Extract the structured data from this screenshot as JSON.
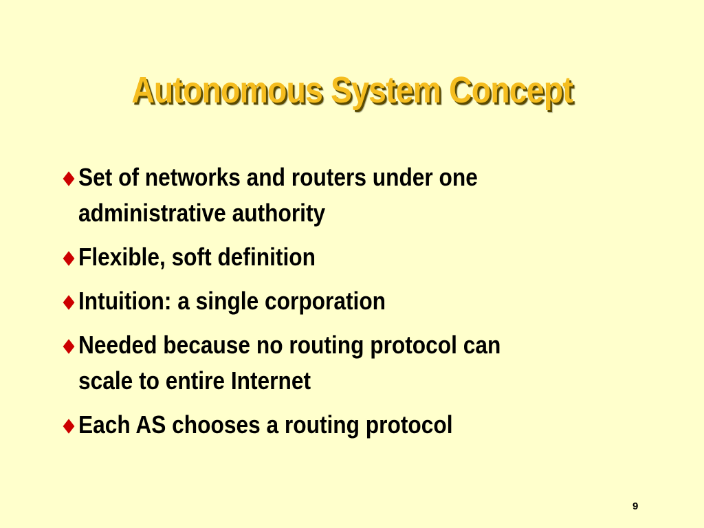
{
  "slide": {
    "title": "Autonomous System Concept",
    "bullets": [
      {
        "lines": [
          "Set of networks and routers under one",
          "administrative authority"
        ]
      },
      {
        "lines": [
          "Flexible, soft definition"
        ]
      },
      {
        "lines": [
          "Intuition: a single corporation"
        ]
      },
      {
        "lines": [
          "Needed because no routing protocol can",
          "scale to entire Internet"
        ]
      },
      {
        "lines": [
          "Each AS chooses a routing protocol"
        ]
      }
    ],
    "page_number": "9",
    "bullet_icon": "diamond-icon",
    "colors": {
      "background": "#ffffcc",
      "title": "#f5bd1f",
      "title_shadow": "#5a4a00",
      "bullet_icon": "#cc0000",
      "text": "#000000"
    }
  }
}
